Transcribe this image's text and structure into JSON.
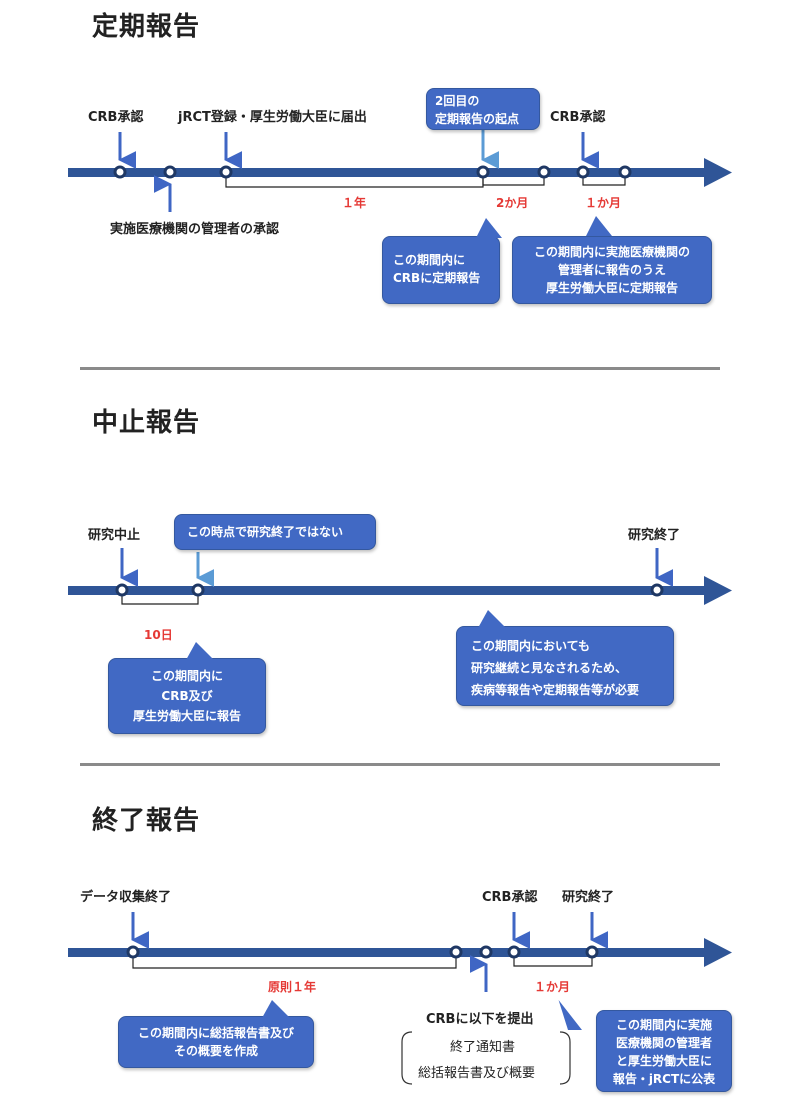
{
  "periodic": {
    "title": "定期報告",
    "labels": {
      "crb_approval_1": "CRB承認",
      "jrct": "jRCT登録・厚生労働大臣に届出",
      "crb_approval_2": "CRB承認",
      "institution_approval": "実施医療機関の管理者の承認"
    },
    "durations": {
      "one_year": "１年",
      "two_months": "2か月",
      "one_month": "１か月"
    },
    "callouts": {
      "second_start": [
        "2回目の",
        "定期報告の起点"
      ],
      "report_crb": [
        "この期間内に",
        "CRBに定期報告"
      ],
      "report_minister": [
        "この期間内に実施医療機関の",
        "管理者に報告のうえ",
        "厚生労働大臣に定期報告"
      ]
    }
  },
  "suspension": {
    "title": "中止報告",
    "labels": {
      "stop": "研究中止",
      "end": "研究終了"
    },
    "durations": {
      "ten_days": "10日"
    },
    "callouts": {
      "not_end": [
        "この時点で研究終了ではない"
      ],
      "report": [
        "この期間内に",
        "CRB及び",
        "厚生労働大臣に報告"
      ],
      "continue": [
        "この期間内においても",
        "研究継続と見なされるため、",
        "疾病等報告や定期報告等が必要"
      ]
    }
  },
  "final": {
    "title": "終了報告",
    "labels": {
      "data_end": "データ収集終了",
      "crb_approval": "CRB承認",
      "study_end": "研究終了"
    },
    "durations": {
      "one_year": "原則１年",
      "one_month": "１か月"
    },
    "submit": {
      "title": "CRBに以下を提出",
      "items": [
        "終了通知書",
        "総括報告書及び概要"
      ]
    },
    "callouts": {
      "summary": [
        "この期間内に総括報告書及び",
        "その概要を作成"
      ],
      "publish": [
        "この期間内に実施",
        "医療機関の管理者",
        "と厚生労働大臣に",
        "報告・jRCTに公表"
      ]
    }
  }
}
